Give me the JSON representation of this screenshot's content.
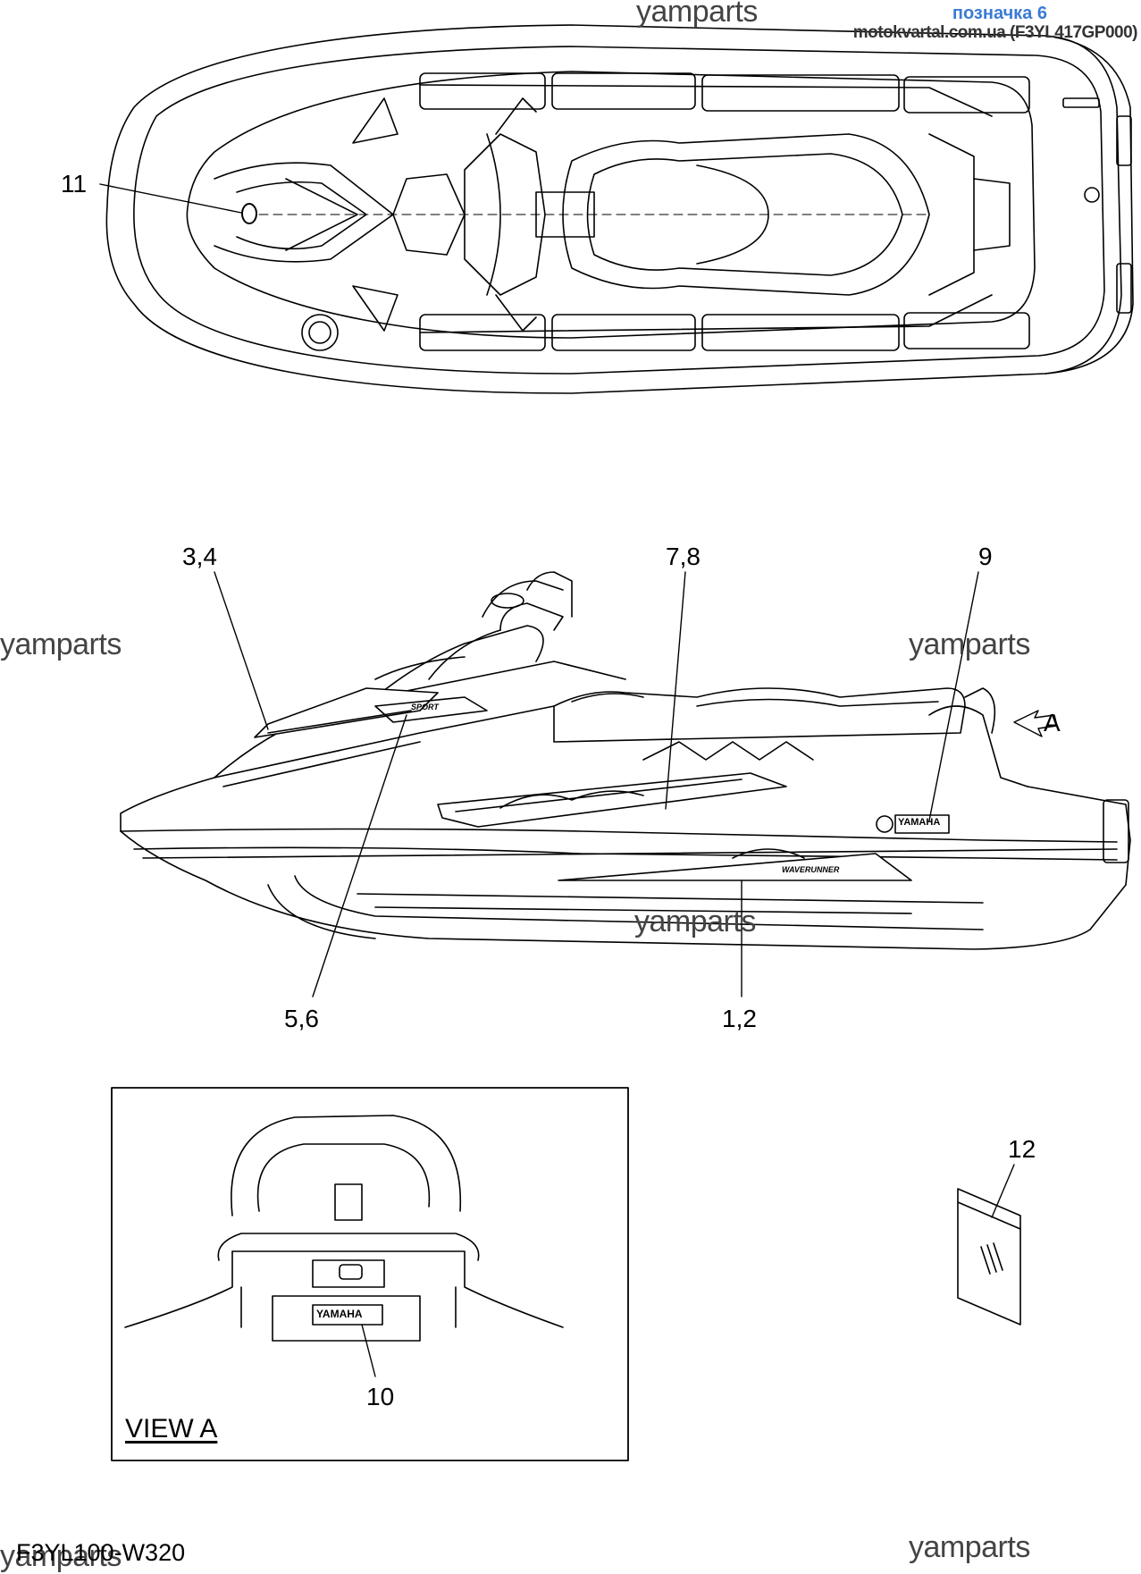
{
  "header": {
    "title": "позначка 6",
    "subtitle": "motokvartal.com.ua (F3YL417GP000)"
  },
  "watermark": "yamparts",
  "callouts": {
    "c11": "11",
    "c34": "3,4",
    "c78": "7,8",
    "c9": "9",
    "cA": "A",
    "c56": "5,6",
    "c12": "1,2",
    "c10": "10",
    "c12b": "12"
  },
  "view_label": "VIEW A",
  "diagram_code": "F3YL100-W320",
  "decals": {
    "yamaha_side": "YAMAHA",
    "yamaha_rear": "YAMAHA",
    "sport": "SPORT",
    "waverunner": "WAVERUNNER"
  }
}
